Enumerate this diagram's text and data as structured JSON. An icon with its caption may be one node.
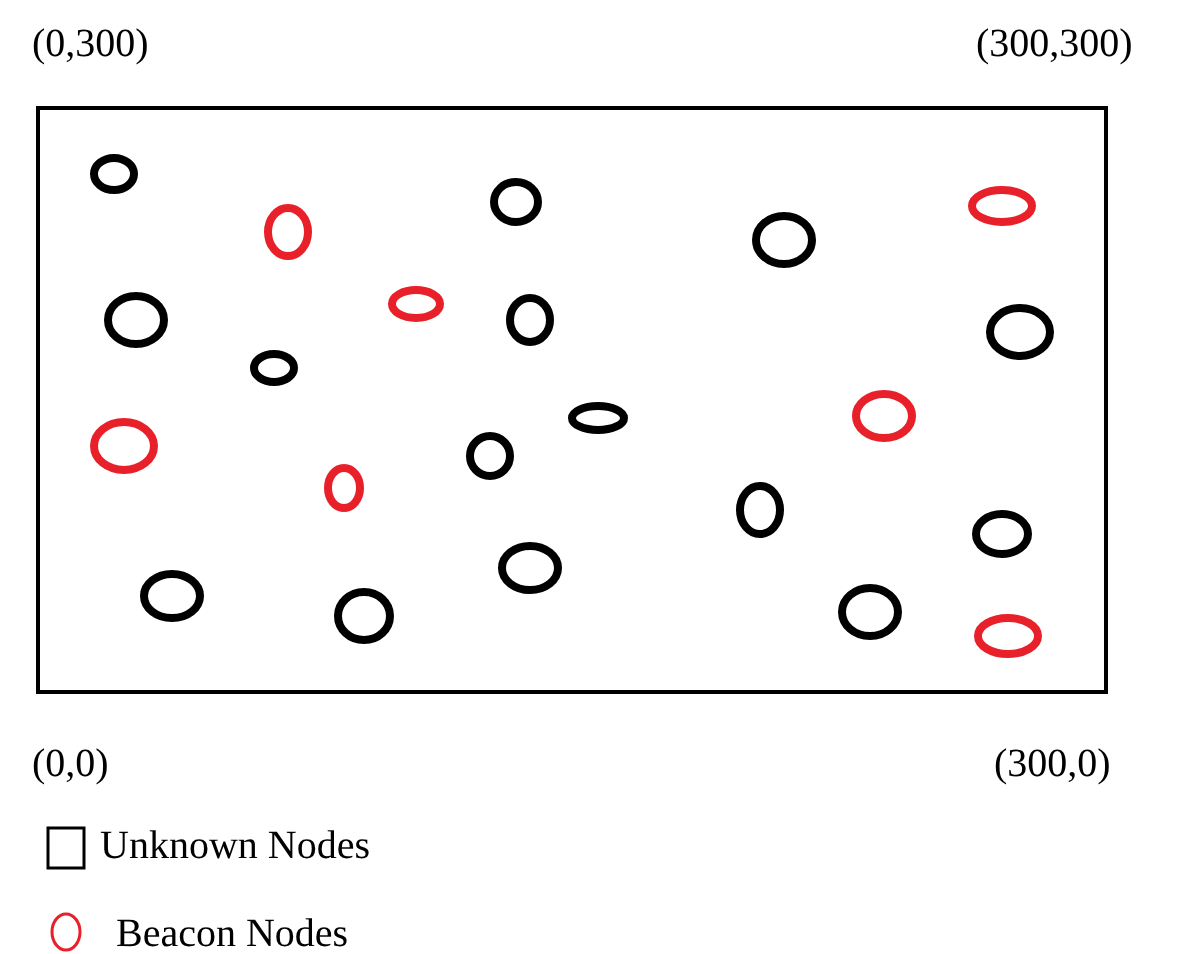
{
  "diagram": {
    "labels": [
      "(0,300)",
      "(300,300)",
      "(0,0)",
      "(300,0)"
    ],
    "legend": [
      {
        "text": "Unknown Nodes"
      },
      {
        "text": "Beacon Nodes"
      }
    ]
  }
}
